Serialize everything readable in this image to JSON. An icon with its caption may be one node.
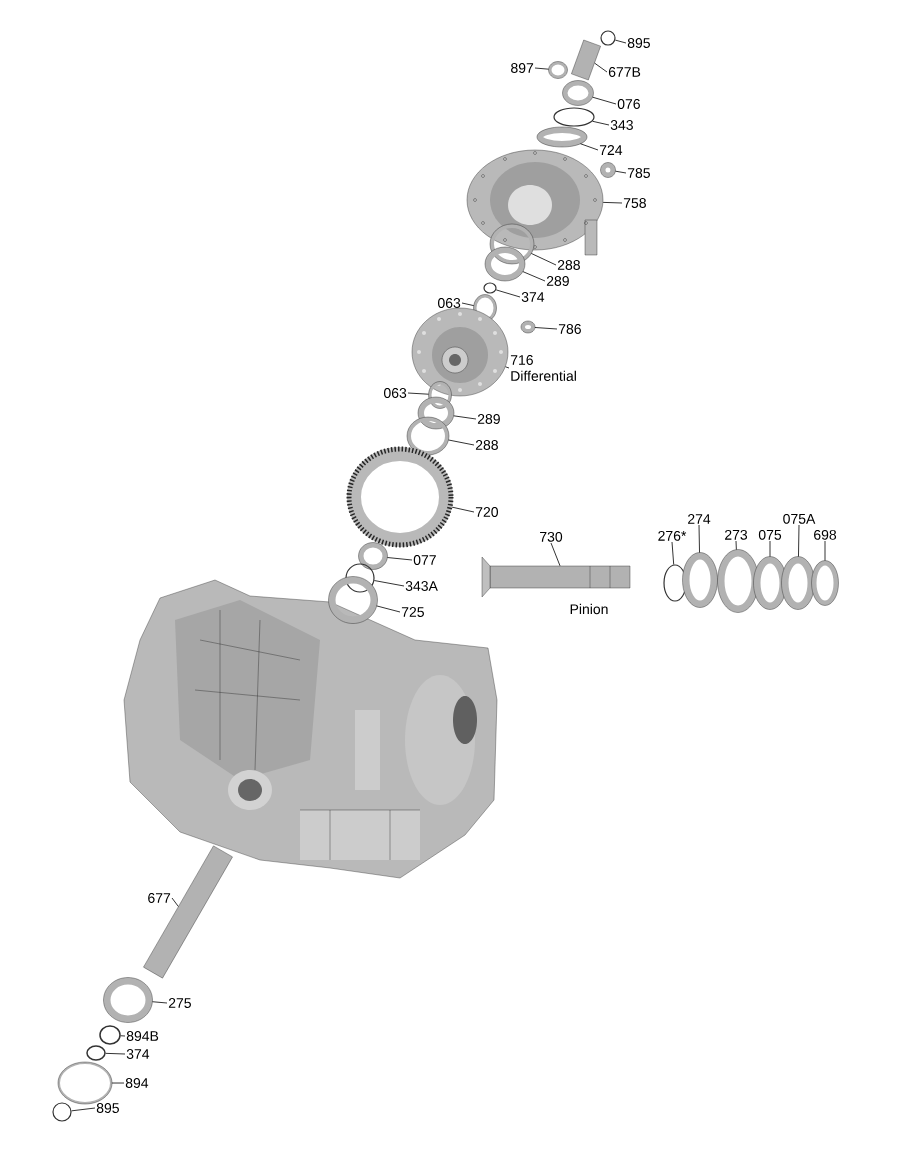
{
  "diagram": {
    "nodes": [
      {
        "text": [
          "895"
        ]
      },
      {
        "text": [],
        "shape": "circle"
      },
      {
        "text": [
          "897"
        ]
      },
      {
        "text": [],
        "shape": "circle"
      },
      {
        "text": [
          "677B"
        ]
      },
      {
        "text": [],
        "shape": "bar"
      },
      {
        "text": [
          "076"
        ]
      },
      {
        "text": [],
        "shape": "circle"
      },
      {
        "text": [
          "343"
        ]
      },
      {
        "text": [],
        "shape": "circle"
      },
      {
        "text": [
          "724"
        ]
      },
      {
        "text": [],
        "shape": "circle"
      },
      {
        "text": [
          "785"
        ]
      },
      {
        "text": [],
        "shape": "circle"
      },
      {
        "text": [
          "758"
        ]
      },
      {
        "text": [],
        "shape": "picture"
      },
      {
        "text": [
          "288"
        ]
      },
      {
        "text": [],
        "shape": "circle"
      },
      {
        "text": [
          "289"
        ]
      },
      {
        "text": [],
        "shape": "circle"
      },
      {
        "text": [
          "374"
        ]
      },
      {
        "text": [],
        "shape": "circle"
      },
      {
        "text": [
          "063"
        ]
      },
      {
        "text": [],
        "shape": "circle"
      },
      {
        "text": [
          "786"
        ]
      },
      {
        "text": [],
        "shape": "circle"
      },
      {
        "text": [
          "716",
          "Differential"
        ]
      },
      {
        "text": [],
        "shape": "picture"
      },
      {
        "text": [
          "063"
        ]
      },
      {
        "text": [],
        "shape": "circle"
      },
      {
        "text": [
          "289"
        ]
      },
      {
        "text": [],
        "shape": "circle"
      },
      {
        "text": [
          "288"
        ]
      },
      {
        "text": [],
        "shape": "circle"
      },
      {
        "text": [
          "720"
        ]
      },
      {
        "text": [],
        "shape": "picture"
      },
      {
        "text": [
          "077"
        ]
      },
      {
        "text": [],
        "shape": "circle"
      },
      {
        "text": [
          "343A"
        ]
      },
      {
        "text": [],
        "shape": "circle"
      },
      {
        "text": [
          "725"
        ]
      },
      {
        "text": [],
        "shape": "circle"
      },
      {
        "text": [
          "730"
        ]
      },
      {
        "text": [],
        "shape": "bar"
      },
      {
        "text": [
          "276*"
        ]
      },
      {
        "text": [],
        "shape": "circle"
      },
      {
        "text": [
          "274"
        ]
      },
      {
        "text": [],
        "shape": "circle"
      },
      {
        "text": [
          "273"
        ]
      },
      {
        "text": [],
        "shape": "circle"
      },
      {
        "text": [
          "075"
        ]
      },
      {
        "text": [],
        "shape": "circle"
      },
      {
        "text": [
          "075A"
        ]
      },
      {
        "text": [],
        "shape": "circle"
      },
      {
        "text": [
          "698"
        ]
      },
      {
        "text": [],
        "shape": "circle"
      },
      {
        "text": [
          "677"
        ]
      },
      {
        "text": [],
        "shape": "bar"
      },
      {
        "text": [
          "275"
        ]
      },
      {
        "text": [],
        "shape": "circle"
      },
      {
        "text": [
          "894B"
        ]
      },
      {
        "text": [],
        "shape": "circle"
      },
      {
        "text": [
          "374"
        ]
      },
      {
        "text": [],
        "shape": "circle"
      },
      {
        "text": [
          "894"
        ]
      },
      {
        "text": [],
        "shape": "circle"
      },
      {
        "text": [
          "895"
        ]
      },
      {
        "text": [],
        "shape": "circle"
      }
    ],
    "edges": [
      {
        "from": 0,
        "to": 1,
        "arrow": "none"
      },
      {
        "from": 2,
        "to": 3,
        "arrow": "none"
      },
      {
        "from": 4,
        "to": 5,
        "arrow": "none"
      },
      {
        "from": 6,
        "to": 7,
        "arrow": "none"
      },
      {
        "from": 8,
        "to": 9,
        "arrow": "none"
      },
      {
        "from": 10,
        "to": 11,
        "arrow": "none"
      },
      {
        "from": 12,
        "to": 13,
        "arrow": "none"
      },
      {
        "from": 14,
        "to": 15,
        "arrow": "none"
      },
      {
        "from": 16,
        "to": 17,
        "arrow": "none"
      },
      {
        "from": 18,
        "to": 19,
        "arrow": "none"
      },
      {
        "from": 20,
        "to": 21,
        "arrow": "none"
      },
      {
        "from": 22,
        "to": 23,
        "arrow": "none"
      },
      {
        "from": 24,
        "to": 25,
        "arrow": "none"
      },
      {
        "from": 26,
        "to": 27,
        "arrow": "none"
      },
      {
        "from": 28,
        "to": 29,
        "arrow": "none"
      },
      {
        "from": 30,
        "to": 31,
        "arrow": "none"
      },
      {
        "from": 32,
        "to": 33,
        "arrow": "none"
      },
      {
        "from": 34,
        "to": 35,
        "arrow": "none"
      },
      {
        "from": 36,
        "to": 37,
        "arrow": "none"
      },
      {
        "from": 38,
        "to": 39,
        "arrow": "none"
      },
      {
        "from": 40,
        "to": 41,
        "arrow": "none"
      },
      {
        "from": 42,
        "to": 43,
        "arrow": "none"
      },
      {
        "from": 44,
        "to": 45,
        "arrow": "none"
      },
      {
        "from": 46,
        "to": 47,
        "arrow": "none"
      },
      {
        "from": 48,
        "to": 49,
        "arrow": "none"
      },
      {
        "from": 50,
        "to": 51,
        "arrow": "none"
      },
      {
        "from": 52,
        "to": 53,
        "arrow": "none"
      },
      {
        "from": 54,
        "to": 55,
        "arrow": "none"
      },
      {
        "from": 56,
        "to": 57,
        "arrow": "none"
      },
      {
        "from": 58,
        "to": 59,
        "arrow": "none"
      },
      {
        "from": 60,
        "to": 61,
        "arrow": "none"
      },
      {
        "from": 62,
        "to": 63,
        "arrow": "none"
      },
      {
        "from": 64,
        "to": 65,
        "arrow": "none"
      },
      {
        "from": 66,
        "to": 67,
        "arrow": "none"
      }
    ],
    "labels": [
      "Pinion"
    ]
  }
}
